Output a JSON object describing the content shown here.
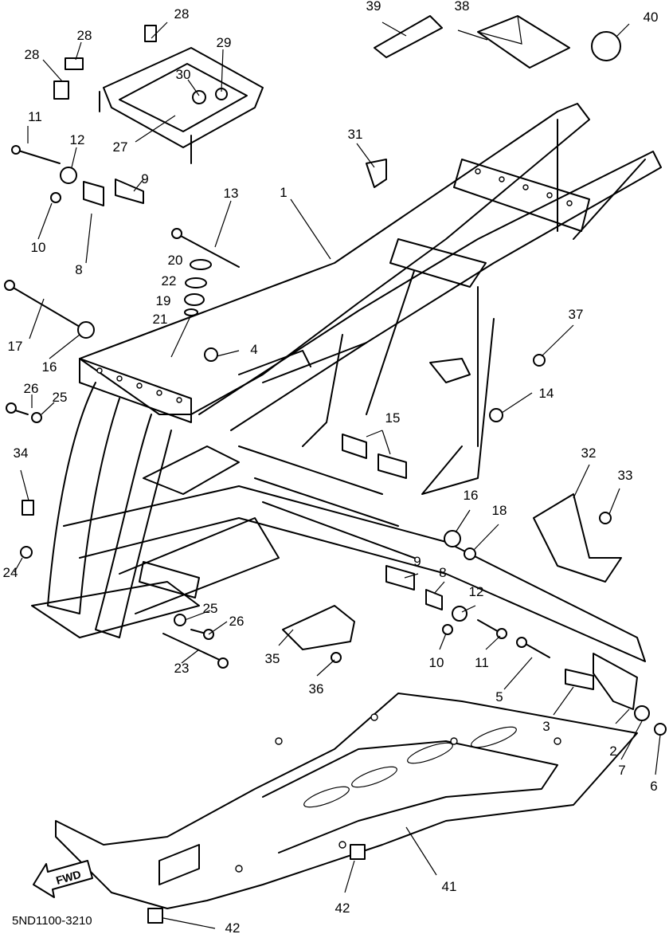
{
  "diagram_code": "5ND1100-3210",
  "fwd_label": "FWD",
  "callouts": [
    {
      "id": "c1",
      "label": "1"
    },
    {
      "id": "c2",
      "label": "2"
    },
    {
      "id": "c3",
      "label": "3"
    },
    {
      "id": "c4",
      "label": "4"
    },
    {
      "id": "c5",
      "label": "5"
    },
    {
      "id": "c6",
      "label": "6"
    },
    {
      "id": "c7",
      "label": "7"
    },
    {
      "id": "c8a",
      "label": "8"
    },
    {
      "id": "c8b",
      "label": "8"
    },
    {
      "id": "c9a",
      "label": "9"
    },
    {
      "id": "c9b",
      "label": "9"
    },
    {
      "id": "c10a",
      "label": "10"
    },
    {
      "id": "c10b",
      "label": "10"
    },
    {
      "id": "c11a",
      "label": "11"
    },
    {
      "id": "c11b",
      "label": "11"
    },
    {
      "id": "c12a",
      "label": "12"
    },
    {
      "id": "c12b",
      "label": "12"
    },
    {
      "id": "c13",
      "label": "13"
    },
    {
      "id": "c14",
      "label": "14"
    },
    {
      "id": "c15",
      "label": "15"
    },
    {
      "id": "c16a",
      "label": "16"
    },
    {
      "id": "c16b",
      "label": "16"
    },
    {
      "id": "c17",
      "label": "17"
    },
    {
      "id": "c18",
      "label": "18"
    },
    {
      "id": "c19",
      "label": "19"
    },
    {
      "id": "c20",
      "label": "20"
    },
    {
      "id": "c21",
      "label": "21"
    },
    {
      "id": "c22",
      "label": "22"
    },
    {
      "id": "c23",
      "label": "23"
    },
    {
      "id": "c24",
      "label": "24"
    },
    {
      "id": "c25a",
      "label": "25"
    },
    {
      "id": "c25b",
      "label": "25"
    },
    {
      "id": "c26a",
      "label": "26"
    },
    {
      "id": "c26b",
      "label": "26"
    },
    {
      "id": "c27",
      "label": "27"
    },
    {
      "id": "c28a",
      "label": "28"
    },
    {
      "id": "c28b",
      "label": "28"
    },
    {
      "id": "c28c",
      "label": "28"
    },
    {
      "id": "c29",
      "label": "29"
    },
    {
      "id": "c30",
      "label": "30"
    },
    {
      "id": "c31",
      "label": "31"
    },
    {
      "id": "c32",
      "label": "32"
    },
    {
      "id": "c33",
      "label": "33"
    },
    {
      "id": "c34",
      "label": "34"
    },
    {
      "id": "c35",
      "label": "35"
    },
    {
      "id": "c36",
      "label": "36"
    },
    {
      "id": "c37",
      "label": "37"
    },
    {
      "id": "c38",
      "label": "38"
    },
    {
      "id": "c39",
      "label": "39"
    },
    {
      "id": "c40",
      "label": "40"
    },
    {
      "id": "c41",
      "label": "41"
    },
    {
      "id": "c42a",
      "label": "42"
    },
    {
      "id": "c42b",
      "label": "42"
    }
  ]
}
